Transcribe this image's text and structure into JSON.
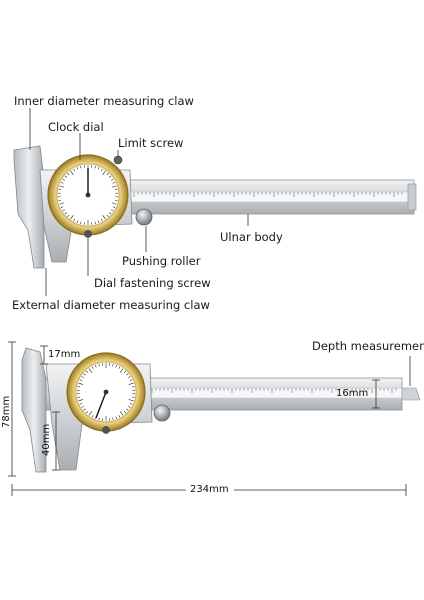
{
  "top": {
    "labels": {
      "inner_claw": "Inner diameter measuring claw",
      "clock_dial": "Clock dial",
      "limit_screw": "Limit screw",
      "ulnar_body": "Ulnar body",
      "pushing_roller": "Pushing roller",
      "dial_fastening_screw": "Dial fastening screw",
      "external_claw": "External diameter measuring claw"
    }
  },
  "bottom": {
    "labels": {
      "depth_measurement": "Depth measurement"
    },
    "dimensions": {
      "d17": "17mm",
      "d78": "78mm",
      "d40": "40mm",
      "d16": "16mm",
      "d234": "234mm"
    }
  },
  "colors": {
    "steel_light": "#e6e8ea",
    "steel_mid": "#c4c8cc",
    "steel_dark": "#8d9296",
    "bezel_gold": "#c9a64a",
    "bezel_gold_dark": "#8a6d22",
    "dial_face": "#ffffff",
    "line": "#222222"
  }
}
